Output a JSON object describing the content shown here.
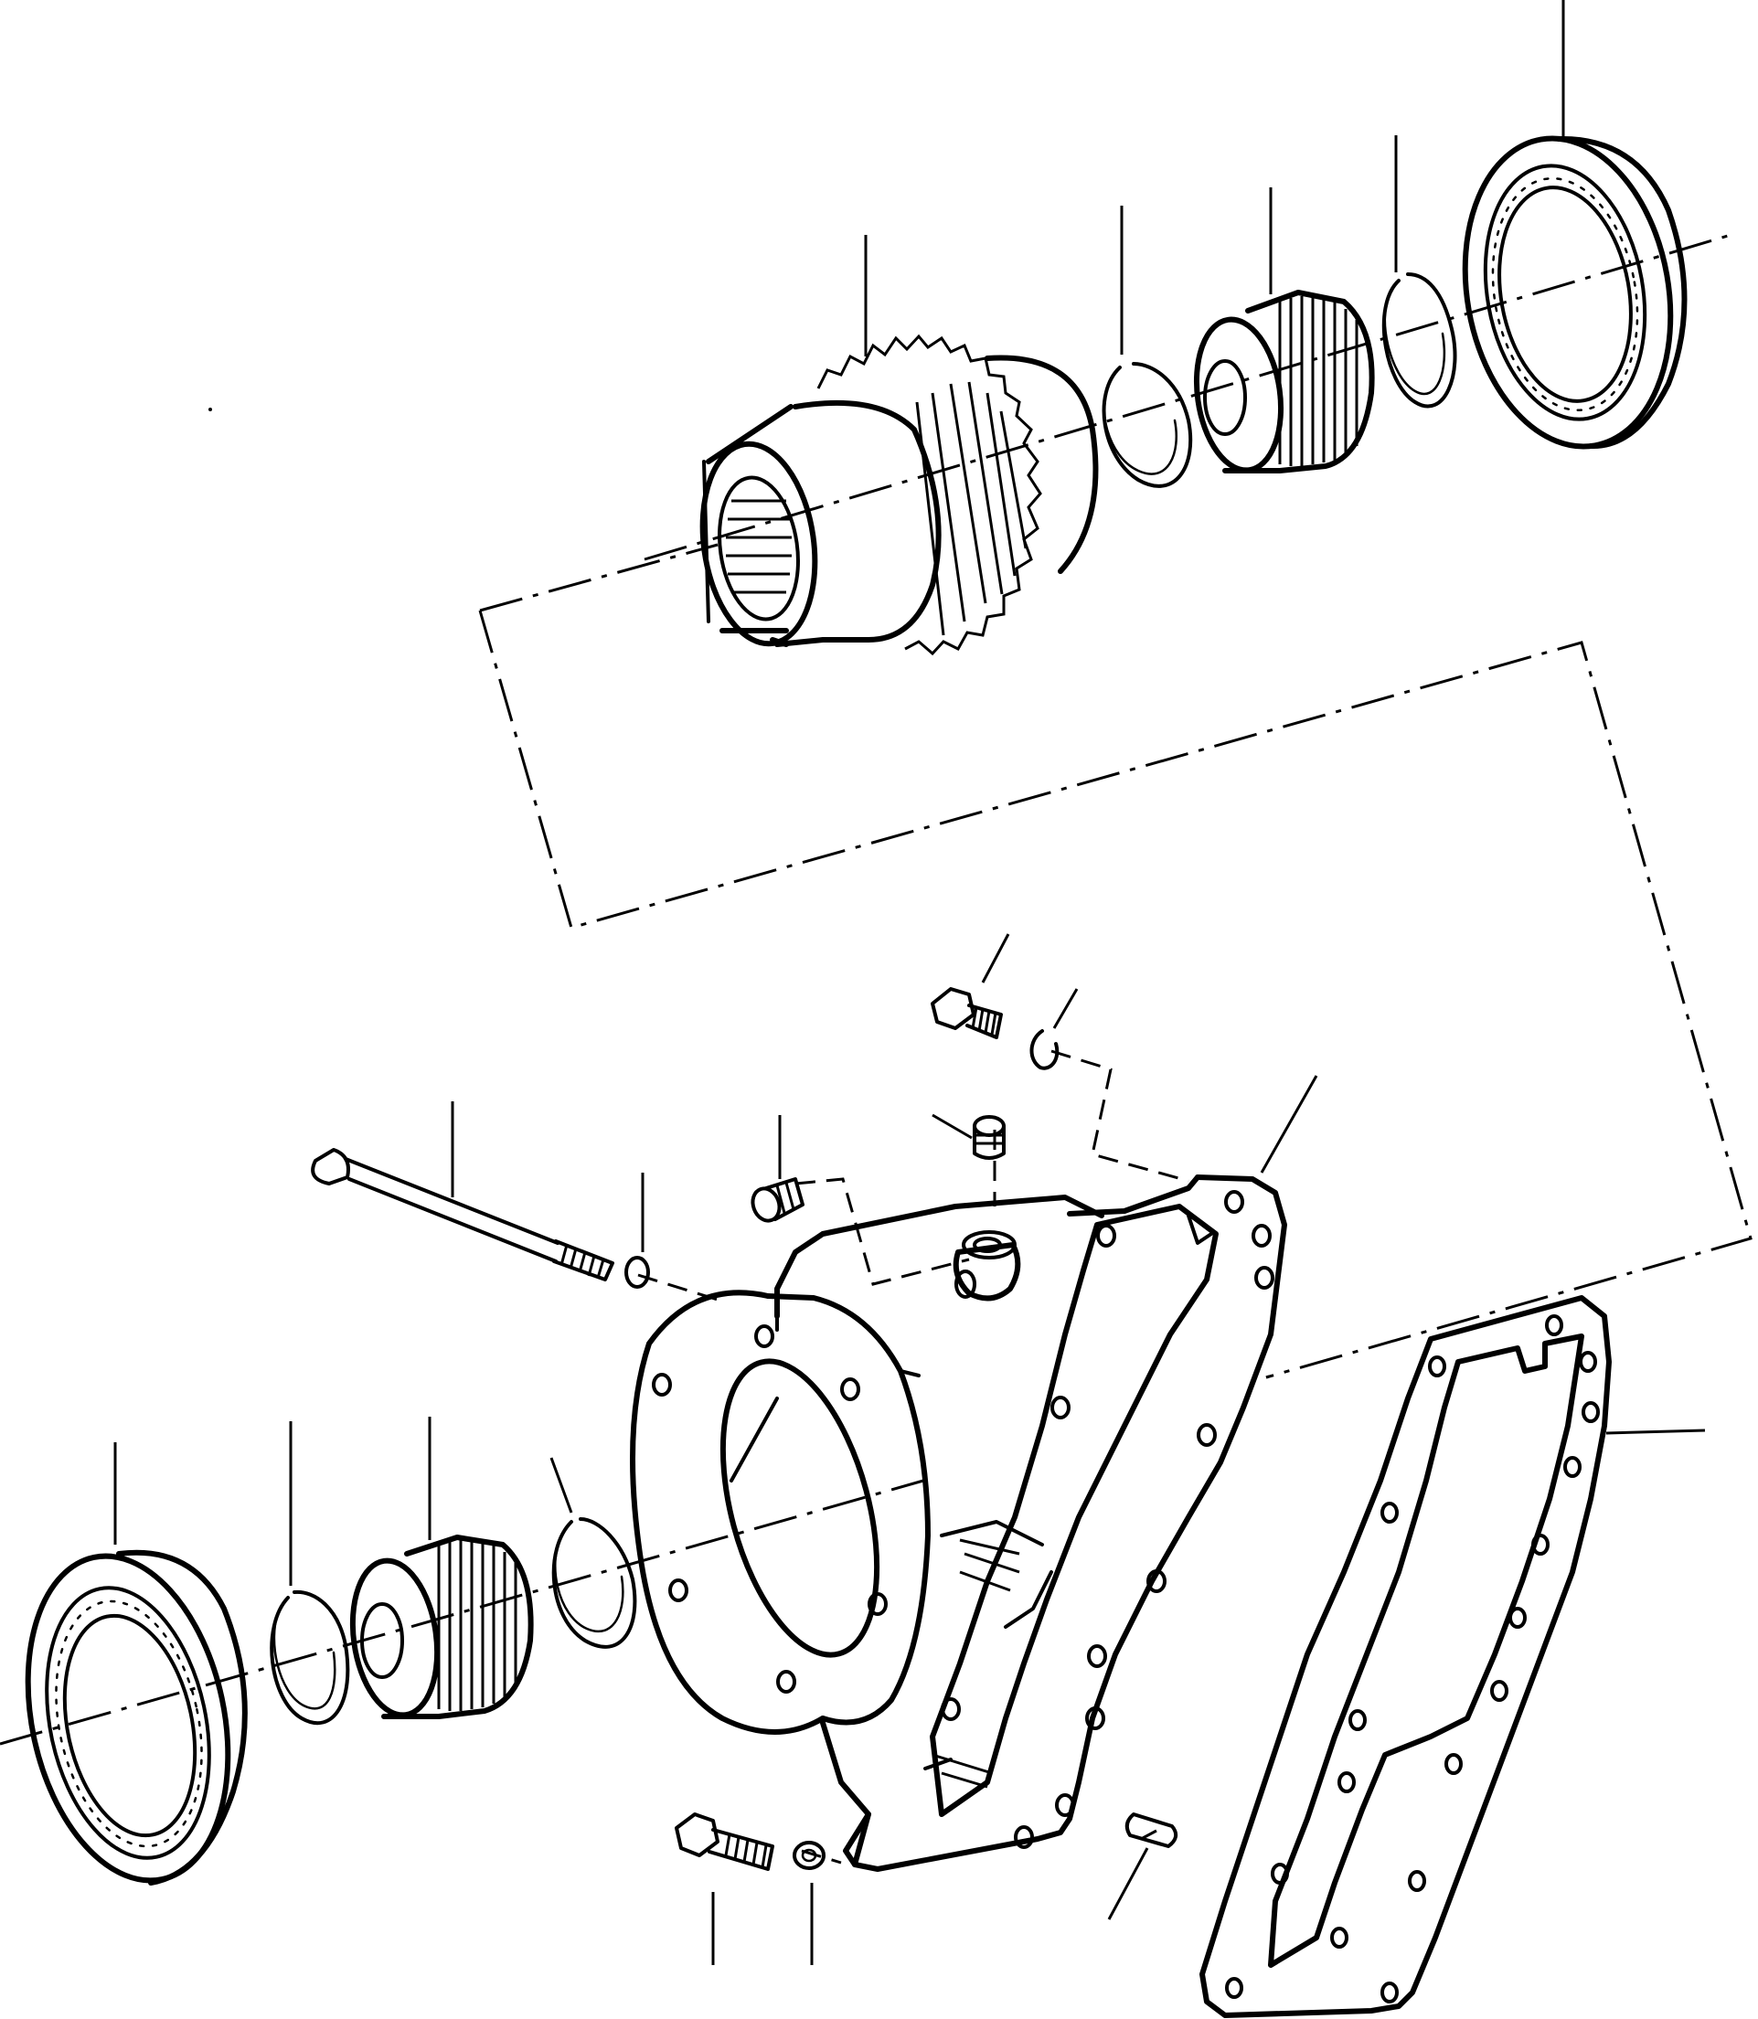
{
  "diagram": {
    "type": "exploded-parts-view",
    "parts": [
      {
        "id": "bearing-upper",
        "icon": "roller-bearing-icon"
      },
      {
        "id": "snap-ring-upper-small",
        "icon": "snap-ring-icon"
      },
      {
        "id": "splined-coupling-upper",
        "icon": "splined-gear-icon"
      },
      {
        "id": "snap-ring-upper-large",
        "icon": "snap-ring-icon"
      },
      {
        "id": "drive-gear",
        "icon": "spur-gear-icon"
      },
      {
        "id": "bolt-top",
        "icon": "bolt-icon"
      },
      {
        "id": "washer-top",
        "icon": "washer-icon"
      },
      {
        "id": "plug-top",
        "icon": "plug-icon"
      },
      {
        "id": "plug-side",
        "icon": "plug-icon"
      },
      {
        "id": "long-bolt",
        "icon": "long-bolt-icon"
      },
      {
        "id": "washer-long-bolt",
        "icon": "washer-icon"
      },
      {
        "id": "housing",
        "icon": "gear-housing-icon"
      },
      {
        "id": "gasket",
        "icon": "gasket-icon"
      },
      {
        "id": "bearing-lower",
        "icon": "roller-bearing-icon"
      },
      {
        "id": "snap-ring-lower",
        "icon": "snap-ring-icon"
      },
      {
        "id": "splined-coupling-lower",
        "icon": "splined-gear-icon"
      },
      {
        "id": "snap-ring-lower-large",
        "icon": "snap-ring-icon"
      },
      {
        "id": "bolt-bottom",
        "icon": "bolt-icon"
      },
      {
        "id": "washer-bottom",
        "icon": "washer-icon"
      },
      {
        "id": "dowel-pin",
        "icon": "dowel-pin-icon"
      }
    ]
  }
}
